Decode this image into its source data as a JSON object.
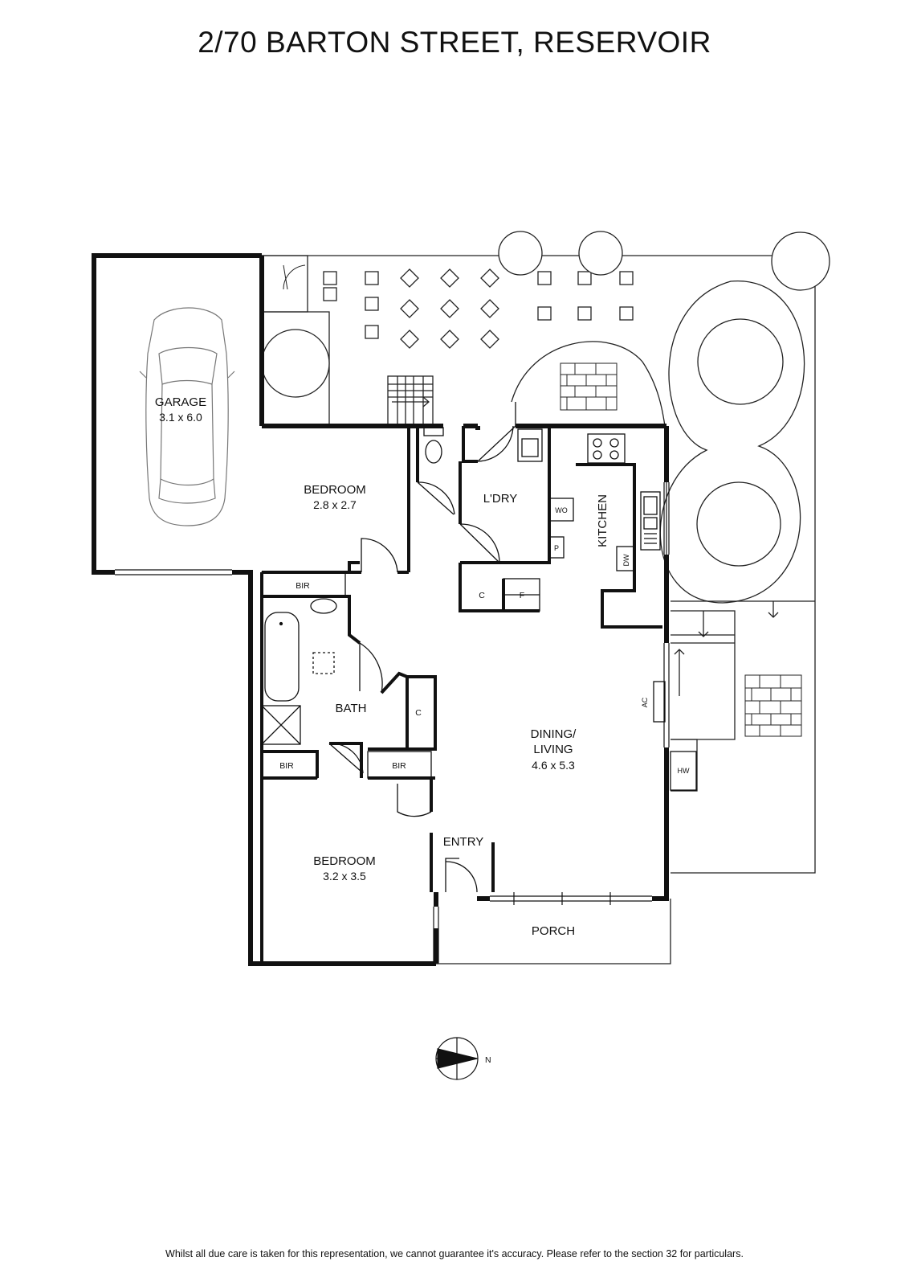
{
  "title": "2/70 BARTON STREET, RESERVOIR",
  "disclaimer": "Whilst all due care is taken for this representation, we cannot guarantee it's accuracy. Please refer to the section 32 for particulars.",
  "rooms": {
    "garage": {
      "name": "GARAGE",
      "size": "3.1 x 6.0"
    },
    "bedroom_1": {
      "name": "BEDROOM",
      "size": "2.8 x 2.7"
    },
    "laundry": {
      "name": "L'DRY"
    },
    "kitchen": {
      "name": "KITCHEN"
    },
    "bath": {
      "name": "BATH"
    },
    "dining_living": {
      "name": "DINING/",
      "name_line2": "LIVING",
      "size": "4.6 x 5.3"
    },
    "bedroom_2": {
      "name": "BEDROOM",
      "size": "3.2 x 3.5"
    },
    "entry": {
      "name": "ENTRY"
    },
    "porch": {
      "name": "PORCH"
    }
  },
  "fixtures": {
    "bir_top": "BIR",
    "bir_left": "BIR",
    "bir_mid": "BIR",
    "cupboard_1": "C",
    "fridge": "F",
    "cupboard_2": "C",
    "wall_oven": "WO",
    "pantry": "P",
    "dishwasher": "DW",
    "air_conditioner": "AC",
    "hot_water": "HW"
  },
  "compass": {
    "label": "N"
  }
}
